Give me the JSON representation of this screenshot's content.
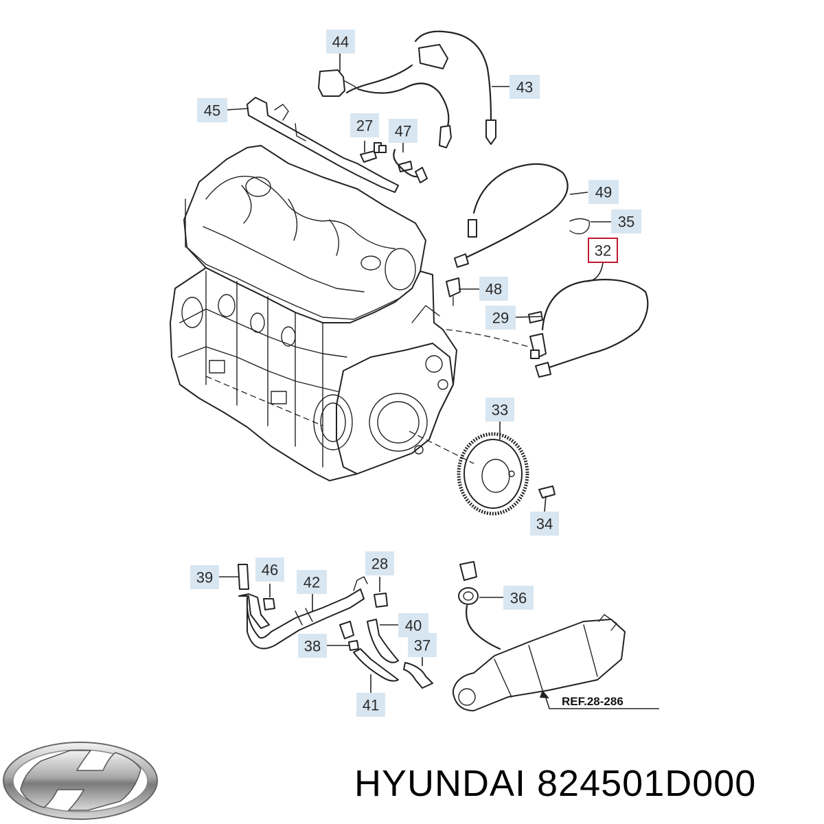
{
  "callouts": {
    "c44": "44",
    "c43": "43",
    "c45": "45",
    "c27": "27",
    "c47": "47",
    "c49": "49",
    "c35": "35",
    "c32": "32",
    "c48": "48",
    "c29": "29",
    "c33": "33",
    "c34": "34",
    "c39": "39",
    "c46": "46",
    "c42": "42",
    "c28": "28",
    "c40": "40",
    "c38": "38",
    "c37": "37",
    "c41": "41",
    "c36": "36"
  },
  "highlighted_callout": "32",
  "colors": {
    "callout_fill": "#d8e6f1",
    "highlight_border": "#c0182e",
    "line": "#222222"
  },
  "reference": "REF.28-286",
  "brand": {
    "logo": "hyundai-logo",
    "caption": "HYUNDAI 824501D000"
  }
}
